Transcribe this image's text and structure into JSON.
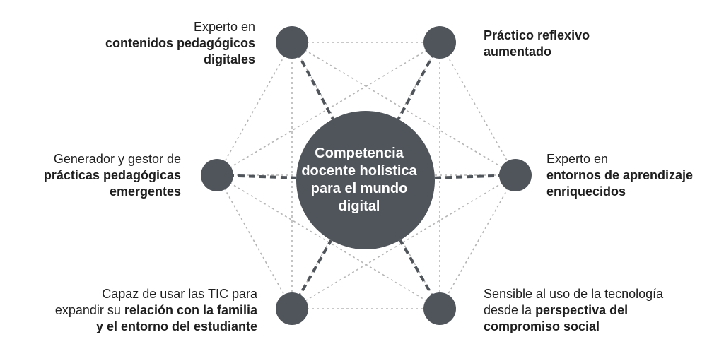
{
  "center": {
    "lines": [
      "Competencia",
      "docente holística",
      "para el mundo",
      "digital"
    ]
  },
  "nodes": [
    {
      "id": "top-left",
      "lines": [
        {
          "t": "Experto en",
          "b": false
        },
        {
          "t": "contenidos pedagógicos",
          "b": true
        },
        {
          "t": "digitales",
          "b": true
        }
      ]
    },
    {
      "id": "top-right",
      "lines": [
        {
          "t": "Práctico reflexivo",
          "b": true
        },
        {
          "t": "aumentado",
          "b": true
        }
      ]
    },
    {
      "id": "mid-left",
      "lines": [
        {
          "t": "Generador y gestor de",
          "b": false
        },
        {
          "t": "prácticas pedagógicas",
          "b": true
        },
        {
          "t": "emergentes",
          "b": true
        }
      ]
    },
    {
      "id": "mid-right",
      "lines": [
        {
          "t": "Experto en",
          "b": false
        },
        {
          "t": "entornos de aprendizaje",
          "b": true
        },
        {
          "t": "enriquecidos",
          "b": true
        }
      ]
    },
    {
      "id": "bottom-left",
      "lines": [
        {
          "t": "Capaz de usar las TIC para",
          "b": false
        },
        {
          "t": "expandir su ",
          "b": false,
          "t2": "relación con la familia"
        },
        {
          "t": "y el entorno del estudiante",
          "b": true
        }
      ]
    },
    {
      "id": "bottom-right",
      "lines": [
        {
          "t": "Sensible al uso de la tecnología",
          "b": false
        },
        {
          "t": "desde la ",
          "b": false,
          "t2": "perspectiva del"
        },
        {
          "t": "compromiso social",
          "b": true
        }
      ]
    }
  ],
  "colors": {
    "node": "#50555c",
    "dotted": "#b5b5b5",
    "dashed": "#50555c",
    "text": "#1e1e1e"
  }
}
